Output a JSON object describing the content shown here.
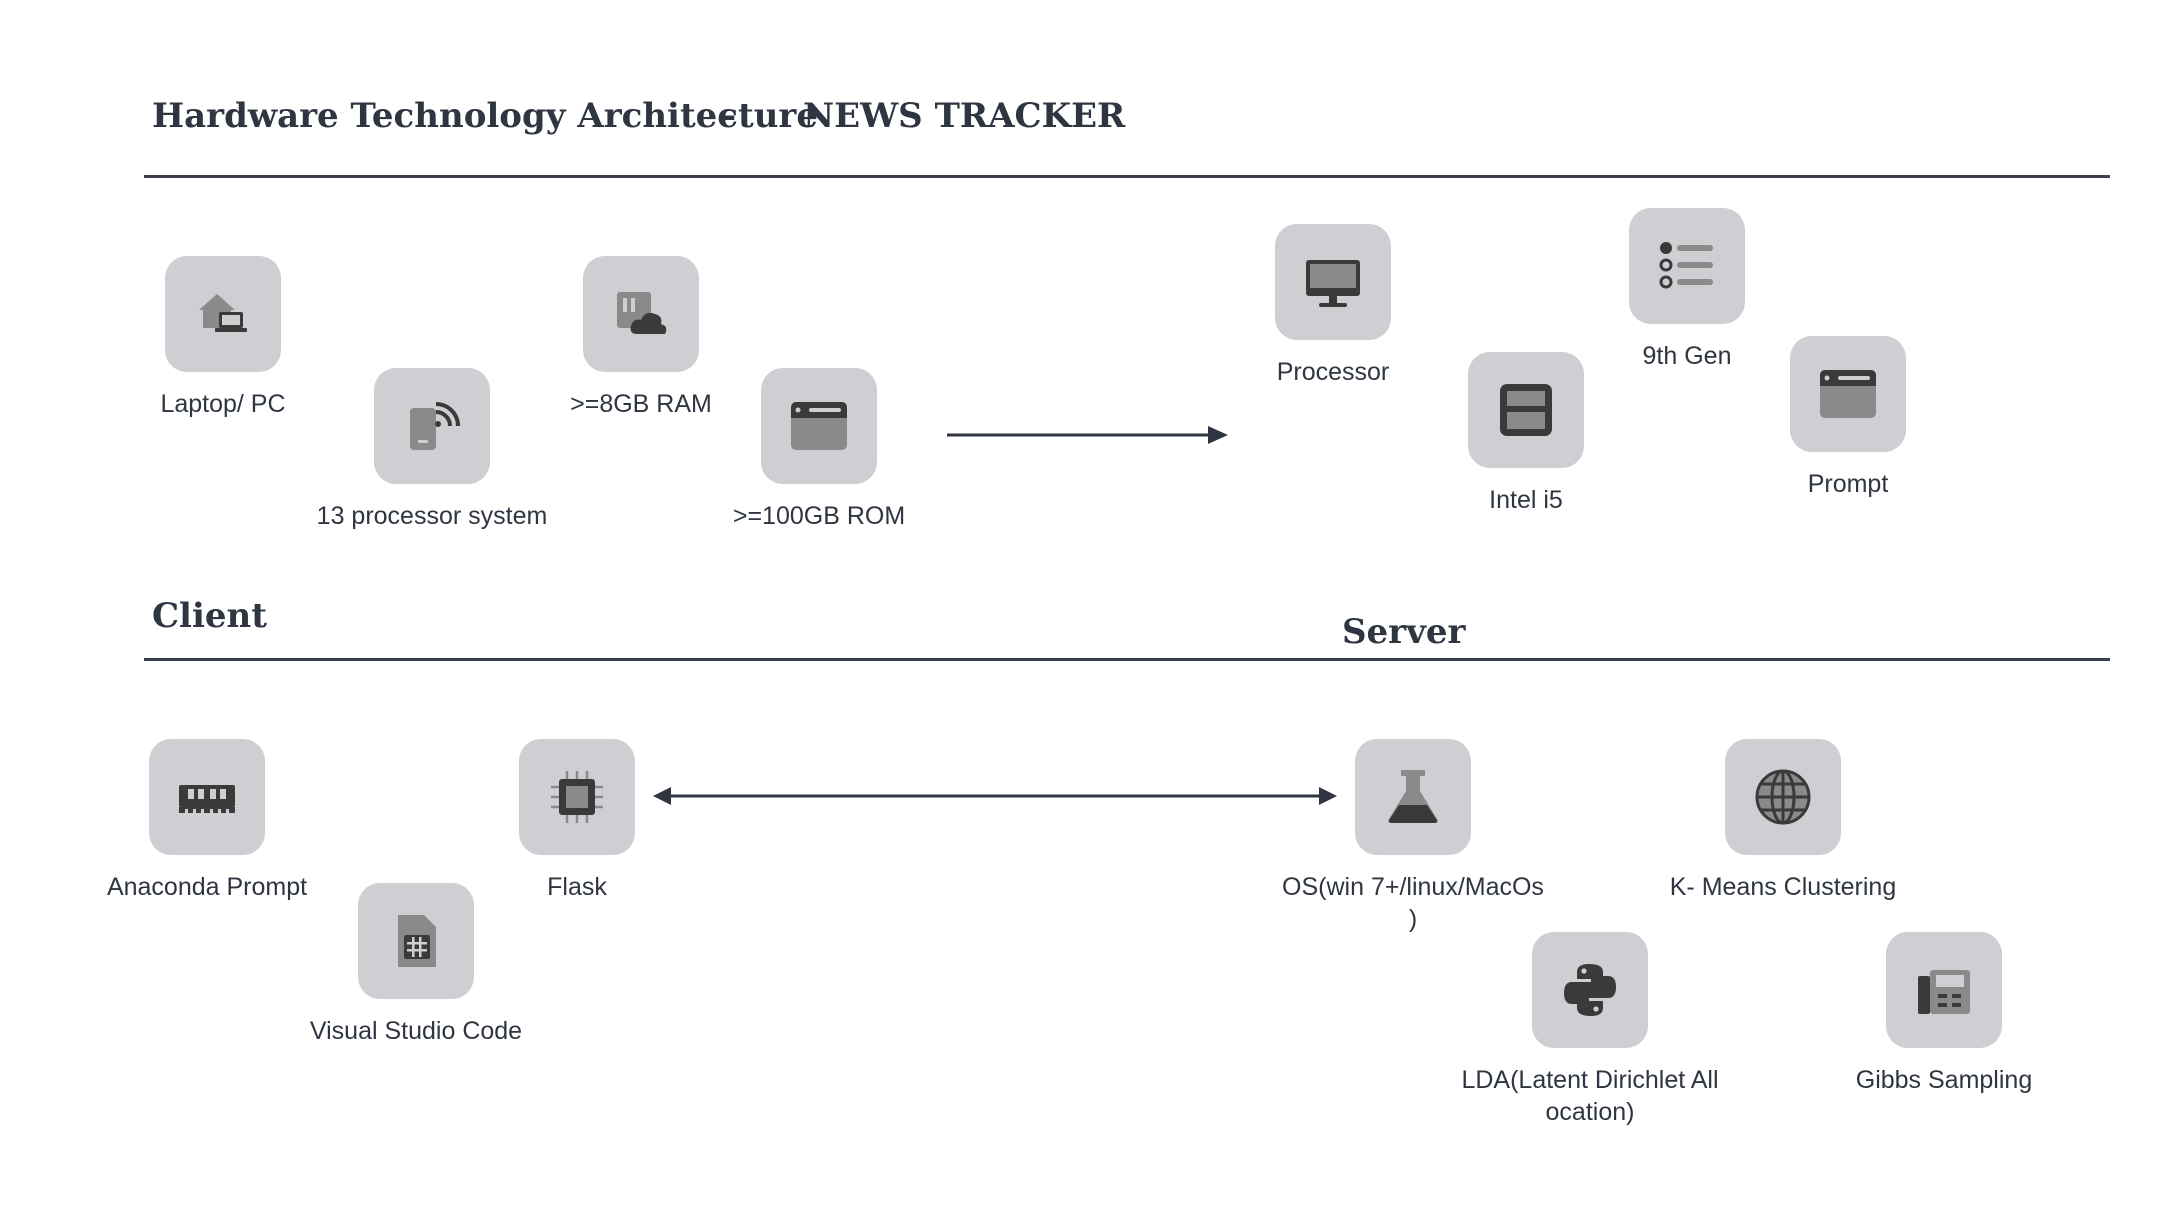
{
  "header": {
    "title": "Hardware Technology Architecture",
    "separator": "-",
    "project": "NEWS TRACKER"
  },
  "sections": {
    "client": "Client",
    "server": "Server"
  },
  "client_hardware": [
    {
      "label": "Laptop/ PC",
      "icon": "laptop-home-icon"
    },
    {
      "label": "13 processor system",
      "icon": "mobile-signal-icon"
    },
    {
      "label": ">=8GB RAM",
      "icon": "cloud-storage-icon"
    },
    {
      "label": ">=100GB ROM",
      "icon": "browser-window-icon"
    }
  ],
  "server_hardware": [
    {
      "label": "Processor",
      "icon": "monitor-icon"
    },
    {
      "label": "Intel i5",
      "icon": "window-frame-icon"
    },
    {
      "label": "9th Gen",
      "icon": "list-icon"
    },
    {
      "label": "Prompt",
      "icon": "browser-window-icon"
    }
  ],
  "client_software": [
    {
      "label": "Anaconda Prompt",
      "icon": "memory-chip-icon"
    },
    {
      "label": "Flask",
      "icon": "cpu-icon"
    },
    {
      "label": "Visual Studio Code",
      "icon": "sim-card-icon"
    }
  ],
  "server_software": [
    {
      "label": "OS(win 7+/linux/MacOs\n)",
      "icon": "flask-icon"
    },
    {
      "label": "K- Means Clustering",
      "icon": "globe-icon"
    },
    {
      "label": "LDA(Latent Dirichlet All\nocation)",
      "icon": "python-icon"
    },
    {
      "label": "Gibbs Sampling",
      "icon": "fax-icon"
    }
  ],
  "colors": {
    "tile": "#cdcfd3",
    "icon_dark": "#3a3a3a",
    "icon_mid": "#8a8a8a",
    "text": "#2f3541",
    "rule": "#3a404c"
  }
}
